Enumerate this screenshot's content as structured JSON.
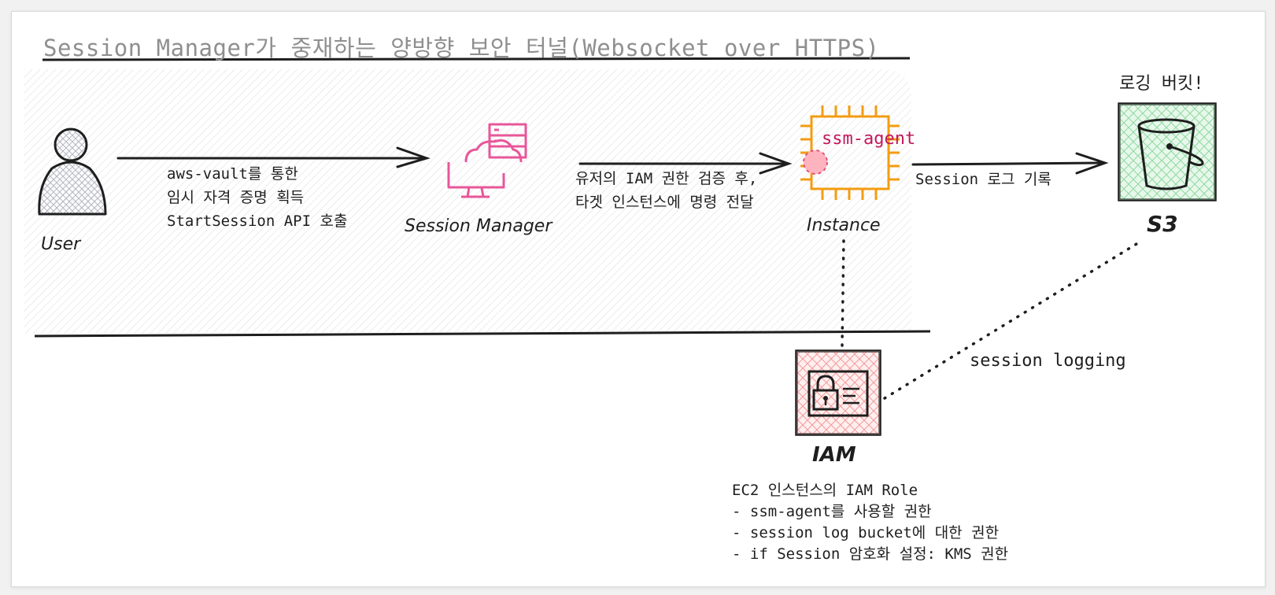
{
  "title": "Session Manager가 중재하는 양방향 보안 터널(Websocket over HTTPS)",
  "nodes": {
    "user": {
      "label": "User",
      "icon": "user-icon"
    },
    "session_manager": {
      "label": "Session Manager",
      "icon": "cloud-server-icon"
    },
    "instance": {
      "label": "Instance",
      "chip_text": "ssm-agent",
      "icon": "ec2-chip-icon"
    },
    "s3": {
      "label": "S3",
      "caption": "로깅 버킷!",
      "icon": "bucket-icon"
    },
    "iam": {
      "label": "IAM",
      "icon": "id-card-lock-icon"
    }
  },
  "edges": {
    "user_to_sm": "aws-vault를 통한\n임시 자격 증명 획득\nStartSession API 호출",
    "sm_to_instance": "유저의 IAM 권한 검증 후,\n타겟 인스턴스에 명령 전달",
    "instance_to_s3": "Session 로그 기록",
    "iam_to_s3": "session logging"
  },
  "iam_notes": [
    "EC2 인스턴스의 IAM Role",
    "- ssm-agent를 사용할 권한",
    "- session log bucket에 대한 권한",
    "- if Session 암호화 설정: KMS 권한"
  ],
  "colors": {
    "title": "#8f8f8f",
    "session_manager": "#e8579a",
    "instance_chip": "#f39c12",
    "ssm_agent_text": "#c2185b",
    "s3_fill": "#b9eac6",
    "iam_fill": "#ffc9c9",
    "ink": "#1e1e1e"
  }
}
